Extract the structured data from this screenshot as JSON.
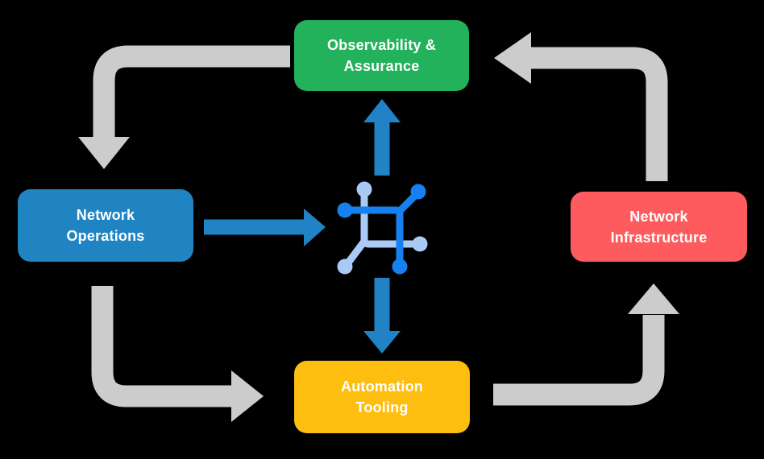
{
  "diagram": {
    "background_color": "#000000",
    "nodes": {
      "observability": {
        "line1": "Observability &",
        "line2": "Assurance",
        "color": "#23B15B",
        "text_color": "#FFFFFF",
        "position": "top"
      },
      "operations": {
        "line1": "Network",
        "line2": "Operations",
        "color": "#2184C2",
        "text_color": "#FFFFFF",
        "position": "left"
      },
      "infrastructure": {
        "line1": "Network",
        "line2": "Infrastructure",
        "color": "#FD5B5E",
        "text_color": "#FFFFFF",
        "position": "right"
      },
      "automation": {
        "line1": "Automation",
        "line2": "Tooling",
        "color": "#FDBE10",
        "text_color": "#FFFFFF",
        "position": "bottom"
      }
    },
    "cycle_arrows": {
      "color": "#CCCCCC",
      "items": [
        {
          "name": "top-left-arrow",
          "from": "Observability & Assurance",
          "to": "Network Operations",
          "shape": "right-angle, arrowhead points down"
        },
        {
          "name": "bottom-left-arrow",
          "from": "Network Operations",
          "to": "Automation Tooling",
          "shape": "right-angle, arrowhead points right"
        },
        {
          "name": "bottom-right-arrow",
          "from": "Automation Tooling",
          "to": "Network Infrastructure",
          "shape": "right-angle, arrowhead points up"
        },
        {
          "name": "top-right-arrow",
          "from": "Network Infrastructure",
          "to": "Observability & Assurance",
          "shape": "right-angle, arrowhead points left"
        }
      ]
    },
    "center_arrows": {
      "color": "#2183C6",
      "items": [
        {
          "name": "right-arrow",
          "from": "Network Operations",
          "to": "center-icon"
        },
        {
          "name": "up-arrow",
          "from": "center-icon",
          "to": "Observability & Assurance"
        },
        {
          "name": "down-arrow",
          "from": "center-icon",
          "to": "Automation Tooling"
        }
      ]
    },
    "center_icon": {
      "name": "network-mesh-icon",
      "dark_color": "#1780F0",
      "light_color": "#A9CAF4"
    }
  }
}
